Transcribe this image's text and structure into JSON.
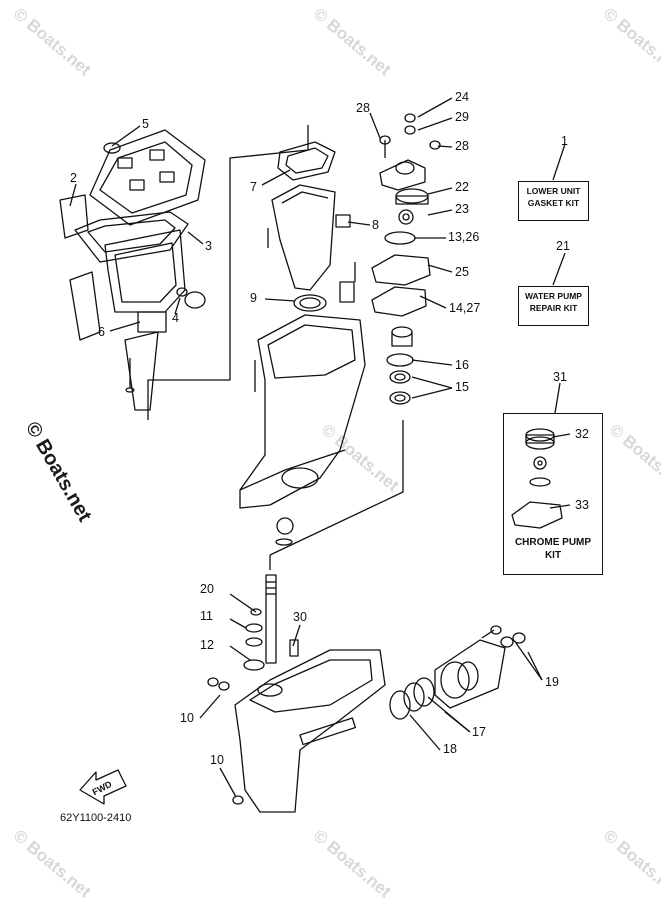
{
  "watermarks": {
    "small": "© Boats.net",
    "big": "© Boats.net"
  },
  "kits": {
    "lower_unit": [
      "LOWER UNIT",
      "GASKET KIT"
    ],
    "water_pump": [
      "WATER PUMP",
      "REPAIR KIT"
    ],
    "chrome_pump": [
      "CHROME PUMP",
      "KIT"
    ]
  },
  "labels": {
    "n1": "1",
    "n2": "2",
    "n3": "3",
    "n4": "4",
    "n5": "5",
    "n6": "6",
    "n7": "7",
    "n8": "8",
    "n9": "9",
    "n10a": "10",
    "n10b": "10",
    "n11": "11",
    "n12": "12",
    "n13_26": "13,26",
    "n14_27": "14,27",
    "n15": "15",
    "n16": "16",
    "n17": "17",
    "n18": "18",
    "n19": "19",
    "n20": "20",
    "n21": "21",
    "n22": "22",
    "n23": "23",
    "n24": "24",
    "n25": "25",
    "n28a": "28",
    "n28b": "28",
    "n29": "29",
    "n30": "30",
    "n31": "31",
    "n32": "32",
    "n33": "33"
  },
  "fwd_label": "FWD",
  "diagram_code": "62Y1100-2410"
}
